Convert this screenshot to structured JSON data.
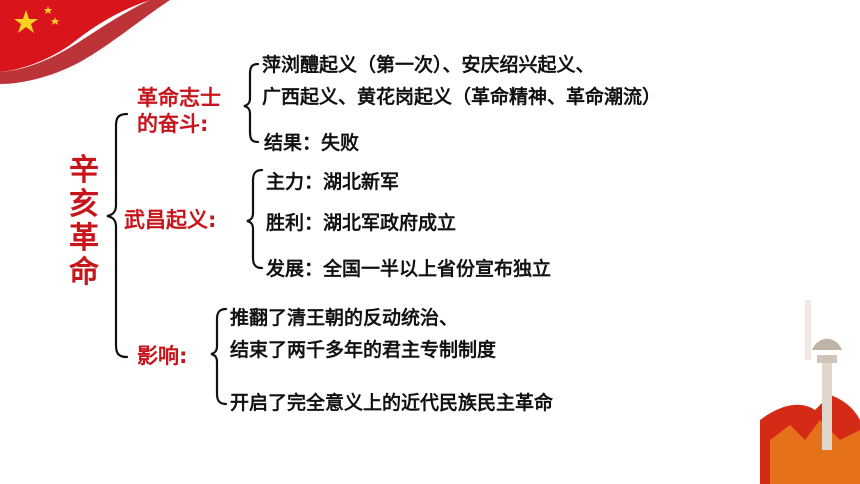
{
  "root": "辛亥革命",
  "branches": [
    {
      "label_lines": [
        "革命志士",
        "的奋斗:"
      ],
      "items": [
        "萍浏醴起义（第一次）、安庆绍兴起义、",
        "广西起义、黄花岗起义（革命精神、革命潮流）",
        "结果：失败"
      ]
    },
    {
      "label_lines": [
        "武昌起义:"
      ],
      "items": [
        "主力：湖北新军",
        "胜利：湖北军政府成立",
        "发展：全国一半以上省份宣布独立"
      ]
    },
    {
      "label_lines": [
        "影响:"
      ],
      "items": [
        "推翻了清王朝的反动统治、",
        "结束了两千多年的君主专制制度",
        "开启了完全意义上的近代民族民主革命"
      ]
    }
  ],
  "colors": {
    "accent": "#c8151b",
    "text": "#111111",
    "flag": "#d9141b",
    "star": "#ffd21f"
  },
  "icons": [
    "flag-icon",
    "monument-icon"
  ]
}
